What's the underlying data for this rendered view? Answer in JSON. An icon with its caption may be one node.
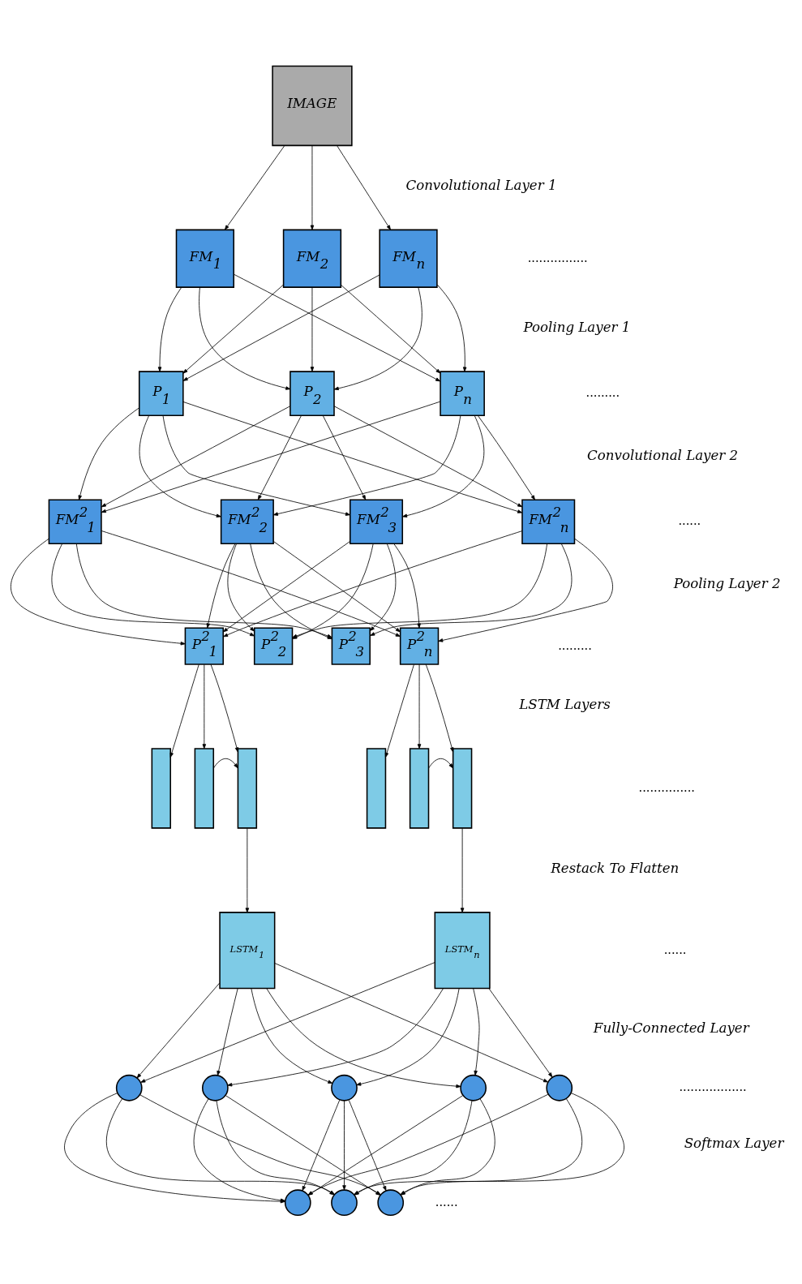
{
  "diagram": {
    "nodes": [
      {
        "text": [
          "IMAGE"
        ]
      },
      {
        "text": [
          "FM$_{1}$"
        ]
      },
      {
        "text": [
          "FM$_{2}$"
        ]
      },
      {
        "text": [
          "FM$_{n}$"
        ]
      },
      {
        "text": [
          "P$_{1}$"
        ]
      },
      {
        "text": [
          "P$_{2}$"
        ]
      },
      {
        "text": [
          "P$_{n}$"
        ]
      },
      {
        "text": [
          "FM$^{2}$$_{1}$"
        ]
      },
      {
        "text": [
          "FM$^{2}$$_{2}$"
        ]
      },
      {
        "text": [
          "FM$^{2}$$_{3}$"
        ]
      },
      {
        "text": [
          "FM$^{2}$$_{n}$"
        ]
      },
      {
        "text": [
          "P$^{2}$$_{1}$"
        ]
      },
      {
        "text": [
          "P$^{2}$$_{2}$"
        ]
      },
      {
        "text": [
          "P$^{2}$$_{3}$"
        ]
      },
      {
        "text": [
          "P$^{2}$$_{n}$"
        ]
      },
      {
        "text": [],
        "shape": "bar"
      },
      {
        "text": [],
        "shape": "bar"
      },
      {
        "text": [],
        "shape": "bar"
      },
      {
        "text": [],
        "shape": "bar"
      },
      {
        "text": [],
        "shape": "bar"
      },
      {
        "text": [],
        "shape": "bar"
      },
      {
        "text": [
          "LSTM$_{1}$"
        ]
      },
      {
        "text": [
          "LSTM$_{n}$"
        ]
      },
      {
        "text": [],
        "shape": "circle"
      },
      {
        "text": [],
        "shape": "circle"
      },
      {
        "text": [],
        "shape": "circle"
      },
      {
        "text": [],
        "shape": "circle"
      },
      {
        "text": [],
        "shape": "circle"
      },
      {
        "text": [],
        "shape": "circle"
      },
      {
        "text": [],
        "shape": "circle"
      },
      {
        "text": [],
        "shape": "circle"
      }
    ],
    "edges": [
      {
        "from": 0,
        "to": 1,
        "arrow": "to"
      },
      {
        "from": 0,
        "to": 2,
        "arrow": "to"
      },
      {
        "from": 0,
        "to": 3,
        "arrow": "to"
      },
      {
        "from": 1,
        "to": 4,
        "arrow": "to"
      },
      {
        "from": 1,
        "to": 5,
        "arrow": "to"
      },
      {
        "from": 1,
        "to": 6,
        "arrow": "to"
      },
      {
        "from": 2,
        "to": 4,
        "arrow": "to"
      },
      {
        "from": 2,
        "to": 5,
        "arrow": "to"
      },
      {
        "from": 2,
        "to": 6,
        "arrow": "to"
      },
      {
        "from": 3,
        "to": 4,
        "arrow": "to"
      },
      {
        "from": 3,
        "to": 5,
        "arrow": "to"
      },
      {
        "from": 3,
        "to": 6,
        "arrow": "to"
      },
      {
        "from": 4,
        "to": 7,
        "arrow": "to"
      },
      {
        "from": 4,
        "to": 8,
        "arrow": "to"
      },
      {
        "from": 4,
        "to": 9,
        "arrow": "to"
      },
      {
        "from": 4,
        "to": 10,
        "arrow": "to"
      },
      {
        "from": 5,
        "to": 7,
        "arrow": "to"
      },
      {
        "from": 5,
        "to": 8,
        "arrow": "to"
      },
      {
        "from": 5,
        "to": 9,
        "arrow": "to"
      },
      {
        "from": 5,
        "to": 10,
        "arrow": "to"
      },
      {
        "from": 6,
        "to": 7,
        "arrow": "to"
      },
      {
        "from": 6,
        "to": 8,
        "arrow": "to"
      },
      {
        "from": 6,
        "to": 9,
        "arrow": "to"
      },
      {
        "from": 6,
        "to": 10,
        "arrow": "to"
      },
      {
        "from": 7,
        "to": 11,
        "arrow": "to"
      },
      {
        "from": 7,
        "to": 12,
        "arrow": "to"
      },
      {
        "from": 7,
        "to": 13,
        "arrow": "to"
      },
      {
        "from": 7,
        "to": 14,
        "arrow": "to"
      },
      {
        "from": 8,
        "to": 11,
        "arrow": "to"
      },
      {
        "from": 8,
        "to": 12,
        "arrow": "to"
      },
      {
        "from": 8,
        "to": 13,
        "arrow": "to"
      },
      {
        "from": 8,
        "to": 14,
        "arrow": "to"
      },
      {
        "from": 9,
        "to": 11,
        "arrow": "to"
      },
      {
        "from": 9,
        "to": 12,
        "arrow": "to"
      },
      {
        "from": 9,
        "to": 13,
        "arrow": "to"
      },
      {
        "from": 9,
        "to": 14,
        "arrow": "to"
      },
      {
        "from": 10,
        "to": 11,
        "arrow": "to"
      },
      {
        "from": 10,
        "to": 12,
        "arrow": "to"
      },
      {
        "from": 10,
        "to": 13,
        "arrow": "to"
      },
      {
        "from": 10,
        "to": 14,
        "arrow": "to"
      },
      {
        "from": 11,
        "to": 15,
        "arrow": "to"
      },
      {
        "from": 11,
        "to": 16,
        "arrow": "to"
      },
      {
        "from": 11,
        "to": 17,
        "arrow": "to"
      },
      {
        "from": 14,
        "to": 18,
        "arrow": "to"
      },
      {
        "from": 14,
        "to": 19,
        "arrow": "to"
      },
      {
        "from": 14,
        "to": 20,
        "arrow": "to"
      },
      {
        "from": 16,
        "to": 17,
        "arrow": "to"
      },
      {
        "from": 19,
        "to": 20,
        "arrow": "to"
      },
      {
        "from": 17,
        "to": 21,
        "arrow": "to"
      },
      {
        "from": 20,
        "to": 22,
        "arrow": "to"
      },
      {
        "from": 21,
        "to": 23,
        "arrow": "to"
      },
      {
        "from": 21,
        "to": 24,
        "arrow": "to"
      },
      {
        "from": 21,
        "to": 25,
        "arrow": "to"
      },
      {
        "from": 21,
        "to": 26,
        "arrow": "to"
      },
      {
        "from": 21,
        "to": 27,
        "arrow": "to"
      },
      {
        "from": 22,
        "to": 23,
        "arrow": "to"
      },
      {
        "from": 22,
        "to": 24,
        "arrow": "to"
      },
      {
        "from": 22,
        "to": 25,
        "arrow": "to"
      },
      {
        "from": 22,
        "to": 26,
        "arrow": "to"
      },
      {
        "from": 22,
        "to": 27,
        "arrow": "to"
      },
      {
        "from": 23,
        "to": 28,
        "arrow": "to"
      },
      {
        "from": 23,
        "to": 29,
        "arrow": "to"
      },
      {
        "from": 23,
        "to": 30,
        "arrow": "to"
      },
      {
        "from": 24,
        "to": 28,
        "arrow": "to"
      },
      {
        "from": 24,
        "to": 29,
        "arrow": "to"
      },
      {
        "from": 24,
        "to": 30,
        "arrow": "to"
      },
      {
        "from": 25,
        "to": 28,
        "arrow": "to"
      },
      {
        "from": 25,
        "to": 29,
        "arrow": "to"
      },
      {
        "from": 25,
        "to": 30,
        "arrow": "to"
      },
      {
        "from": 26,
        "to": 28,
        "arrow": "to"
      },
      {
        "from": 26,
        "to": 29,
        "arrow": "to"
      },
      {
        "from": 26,
        "to": 30,
        "arrow": "to"
      },
      {
        "from": 27,
        "to": 28,
        "arrow": "to"
      },
      {
        "from": 27,
        "to": 29,
        "arrow": "to"
      },
      {
        "from": 27,
        "to": 30,
        "arrow": "to"
      }
    ],
    "labels": [
      "Convolutional Layer 1",
      "................",
      "Pooling Layer 1",
      ".........",
      "Convolutional Layer 2",
      "......",
      "Pooling Layer 2",
      ".........",
      "LSTM Layers",
      "...............",
      "Restack To Flatten",
      "......",
      "Fully-Connected Layer",
      "..................",
      "Softmax Layer",
      "......"
    ]
  }
}
